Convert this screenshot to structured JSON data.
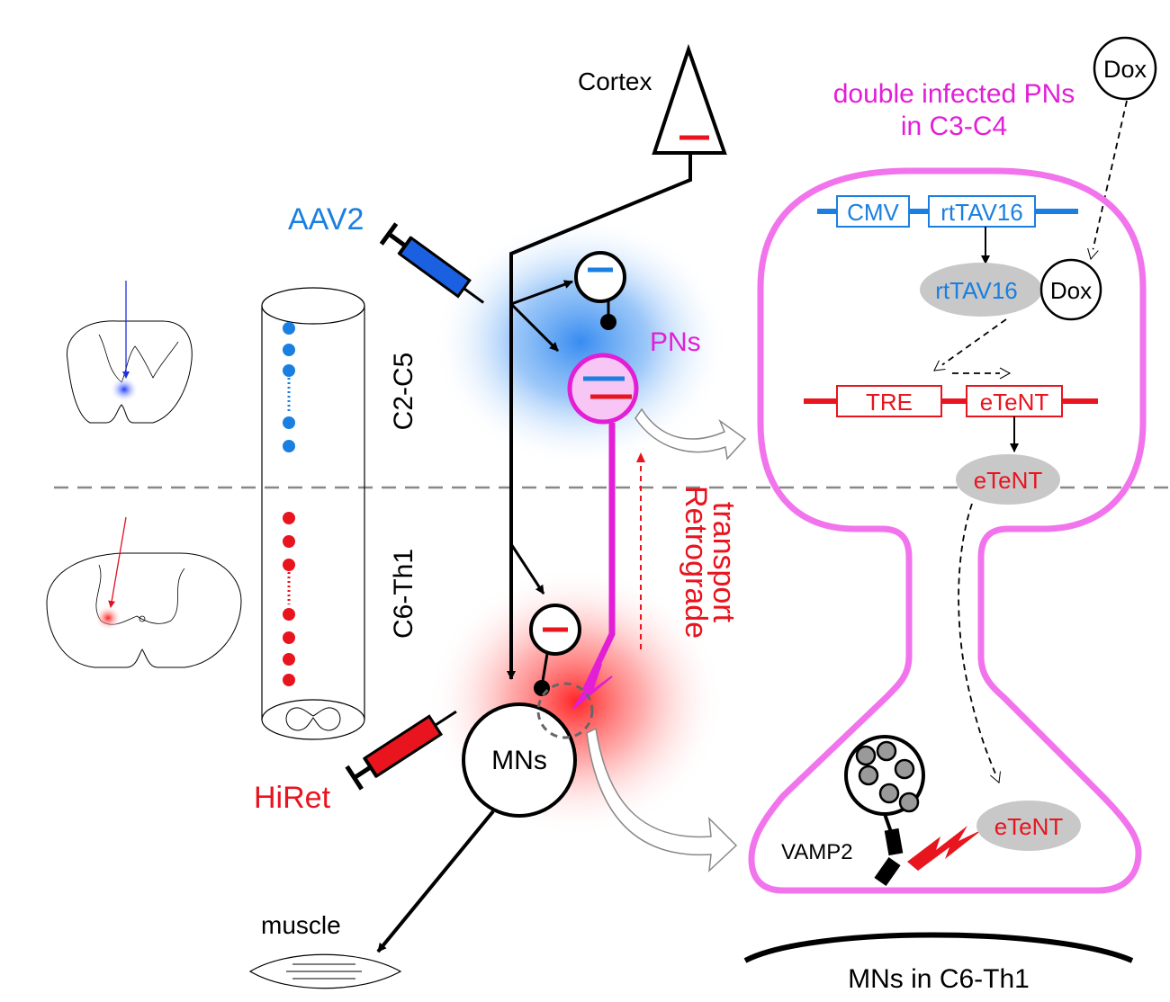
{
  "labels": {
    "cortex": "Cortex",
    "aav2": "AAV2",
    "hiret": "HiRet",
    "pns": "PNs",
    "mns": "MNs",
    "muscle": "muscle",
    "segment_upper": "C2-C5",
    "segment_lower": "C6-Th1",
    "retrograde_line1": "Retrograde",
    "retrograde_line2": "transport",
    "double_line1": "double infected PNs",
    "double_line2": "in C3-C4",
    "dox_top": "Dox",
    "dox_complex": "Dox",
    "cmv": "CMV",
    "rttav16_box": "rtTAV16",
    "rttav16_protein": "rtTAV16",
    "tre": "TRE",
    "etent_box": "eTeNT",
    "etent_protein": "eTeNT",
    "etent_terminal": "eTeNT",
    "vamp2": "VAMP2",
    "mns_region": "MNs in C6-Th1"
  },
  "colors": {
    "blue": "#1a7fe0",
    "red": "#e8141e",
    "magenta": "#e21fd6",
    "pink_outline": "#f274ec",
    "pink_fill": "#f8c6f4",
    "gray_fill": "#c8c8c8"
  }
}
